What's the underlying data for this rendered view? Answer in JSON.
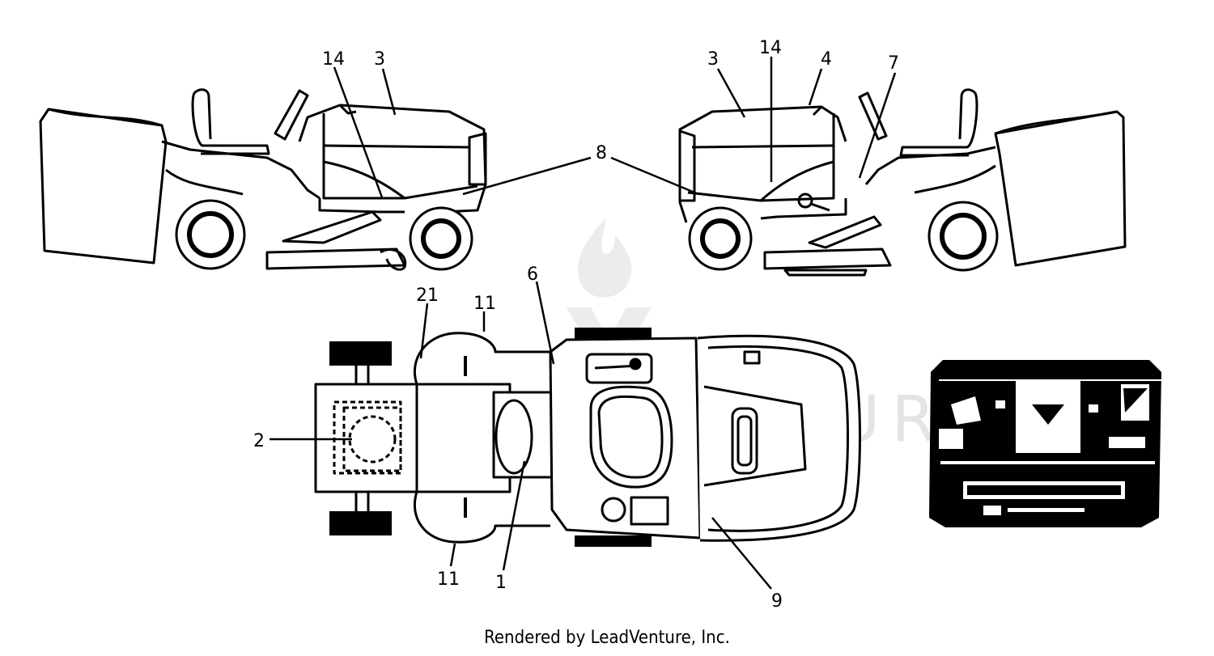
{
  "diagram": {
    "callouts": [
      "14",
      "3",
      "3",
      "14",
      "4",
      "7",
      "8",
      "6",
      "21",
      "11",
      "2",
      "11",
      "1",
      "9"
    ],
    "credit": "Rendered by LeadVenture, Inc.",
    "watermark": "LEADVENTURE"
  },
  "colors": {
    "line": "#000000",
    "background": "#ffffff",
    "watermark": "#e4e4e4",
    "panel": "#000000"
  }
}
